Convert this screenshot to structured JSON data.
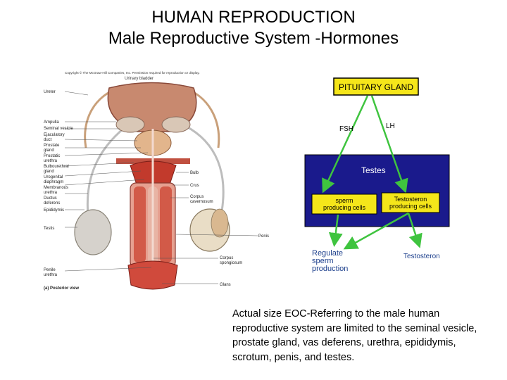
{
  "slide": {
    "title_line1": "HUMAN REPRODUCTION",
    "title_line2": "Male Reproductive  System -Hormones"
  },
  "anatomy_figure": {
    "copyright": "Copyright © The McGraw-Hill Companies, Inc. Permission required for reproduction or display.",
    "top_label": "Urinary bladder",
    "left_labels": [
      "Ureter",
      "Ampulla",
      "Seminal vesicle",
      "Ejaculatory",
      "duct",
      "Prostate",
      "gland",
      "Prostatic",
      "urethra",
      "Bulbourethral",
      "gland",
      "Urogenital",
      "diaphragm",
      "Membranous",
      "urethra",
      "Ductus",
      "deferens",
      "Epididymis",
      "Testis",
      "Penile",
      "urethra"
    ],
    "right_labels": [
      "Bulb",
      "Crus",
      "Corpus",
      "cavernosum",
      "Penis",
      "Corpus",
      "spongiosum",
      "Glans"
    ],
    "view_label": "(a) Posterior view"
  },
  "hormone_diagram": {
    "pituitary": "PITUITARY GLAND",
    "fsh": "FSH",
    "lh": "LH",
    "testes": "Testes",
    "sperm_cells_line1": "sperm",
    "sperm_cells_line2": "producing cells",
    "testosteron_cells_line1": "Testosteron",
    "testosteron_cells_line2": "producing cells",
    "regulate_line1": "Regulate",
    "regulate_line2": "sperm",
    "regulate_line3": "production",
    "testosteron_out": "Testosteron",
    "colors": {
      "pituitary_box": "#f5e61a",
      "testes_panel": "#1a1a8c",
      "cell_box": "#f5e61a",
      "arrow": "#3fc43f",
      "outcome_text": "#1c3f8c"
    }
  },
  "caption": {
    "text": "Actual size EOC-Referring to the male human reproductive system are limited to the seminal vesicle, prostate gland, vas deferens, urethra, epididymis, scrotum, penis, and testes."
  }
}
